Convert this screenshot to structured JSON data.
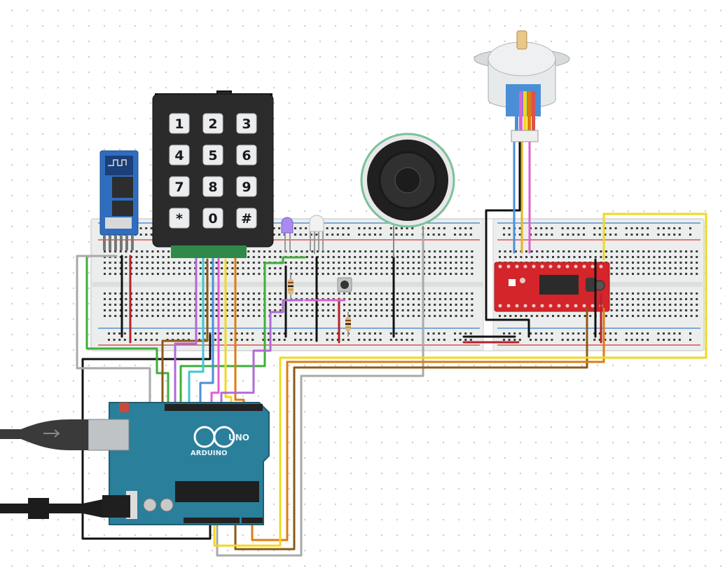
{
  "diagram": {
    "arduino": {
      "logo_text": "UNO",
      "brand_text": "ARDUINO"
    },
    "keypad": {
      "keys": [
        "1",
        "2",
        "3",
        "4",
        "5",
        "6",
        "7",
        "8",
        "9",
        "*",
        "0",
        "#"
      ]
    }
  },
  "colors": {
    "wire_black": "#111111",
    "wire_red": "#b4232a",
    "wire_green": "#3fae3a",
    "wire_brown": "#8a5a16",
    "wire_orange": "#e07b10",
    "wire_yellow": "#f0d91e",
    "wire_gray": "#a9a9a9",
    "wire_purple": "#b06ad6",
    "wire_pink": "#e25fd0",
    "wire_blue": "#4a90d9",
    "wire_cyan": "#3fc7d6",
    "arduino_board": "#2a7f9b",
    "driver_board": "#d3252a",
    "keypad_body": "#2b2b2b",
    "bluetooth_board": "#2f6dbe"
  }
}
